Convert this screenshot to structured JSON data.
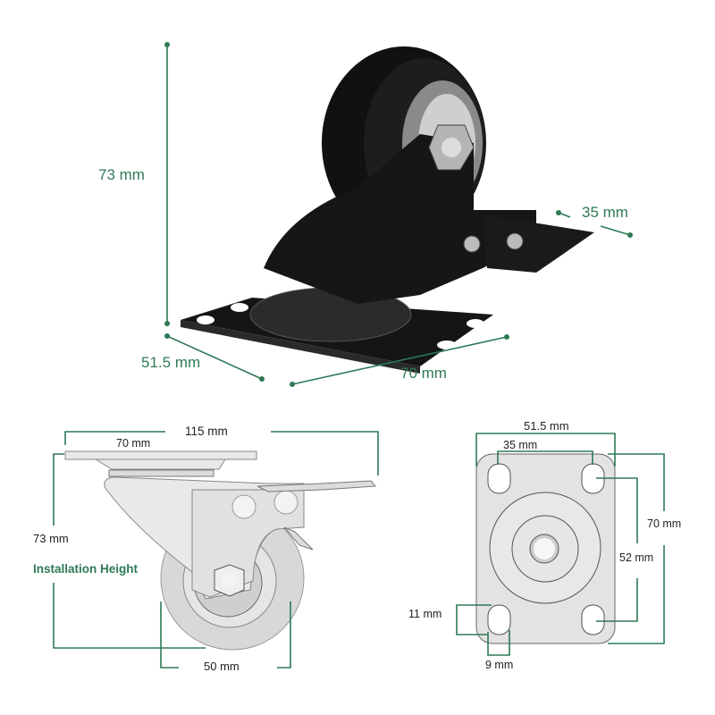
{
  "top_view": {
    "height_label": "73 mm",
    "depth_label": "51.5 mm",
    "width_label": "70 mm",
    "brake_label": "35 mm"
  },
  "side_view": {
    "overall_length_label": "115 mm",
    "plate_length_label": "70 mm",
    "height_label": "73 mm",
    "height_caption": "Installation  Height",
    "wheel_diameter_label": "50 mm"
  },
  "plate_view": {
    "plate_width_label": "51.5 mm",
    "hole_spacing_x_label": "35 mm",
    "plate_length_label": "70 mm",
    "hole_spacing_y_label": "52 mm",
    "hole_length_label": "11 mm",
    "hole_width_label": "9 mm"
  },
  "colors": {
    "accent": "#2e7a55"
  }
}
